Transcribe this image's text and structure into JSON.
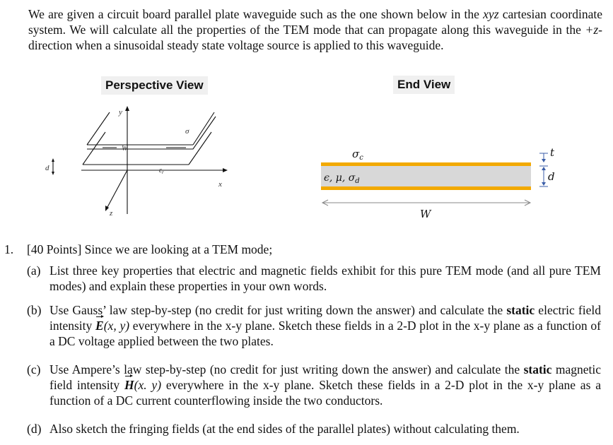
{
  "intro": {
    "p1": "We are given a circuit board parallel plate waveguide such as the one shown below in the ",
    "m1": "xyz",
    "p2": " cartesian coordinate system. We will calculate all the properties of the TEM mode that can propagate along this waveguide in the ",
    "m2": "+z",
    "p3": "-direction when a sinusoidal steady state voltage source is applied to this waveguide."
  },
  "perspective": {
    "title": "Perspective View",
    "y": "y",
    "x": "x",
    "z": "z",
    "d": "d",
    "w": "W",
    "sigma": "σ",
    "eps": "ε",
    "eps_sub": "r"
  },
  "endview": {
    "title": "End View",
    "sigma_c": "σ",
    "sigma_c_sub": "c",
    "material": "ϵ, μ, σ",
    "material_sub": "d",
    "t": "t",
    "d": "d",
    "w": "W",
    "colors": {
      "conductor": "#f2a900",
      "dielectric": "#d8d8d8",
      "dim": "#3b5ea8"
    }
  },
  "questions": {
    "num": "1.",
    "head": "[40 Points] Since we are looking at a TEM mode;",
    "a_label": "(a)",
    "a_text": "List three key properties that electric and magnetic fields exhibit for this pure TEM mode (and all pure TEM modes) and explain these properties in your own words.",
    "b_label": "(b)",
    "b_text1": "Use Gauss’ law step-by-step (no credit for just writing down the answer) and calculate the ",
    "b_bold": "static",
    "b_text2": " electric field intensity ",
    "b_vec": "E",
    "b_arg": "(x, y)",
    "b_text3": " everywhere in the x-y plane. Sketch these fields in a 2-D plot in the x-y plane as a function of a DC voltage applied between the two plates.",
    "c_label": "(c)",
    "c_text1": "Use Ampere’s law step-by-step (no credit for just writing down the answer) and calculate the ",
    "c_bold": "static",
    "c_text2": " magnetic field intensity ",
    "c_vec": "H",
    "c_arg": "(x. y)",
    "c_text3": " everywhere in the x-y plane. Sketch these fields in a 2-D plot in the x-y plane as a function of a DC current counterflowing inside the two conductors.",
    "d_label": "(d)",
    "d_text": "Also sketch the fringing fields (at the end sides of the parallel plates) without calculating them."
  }
}
